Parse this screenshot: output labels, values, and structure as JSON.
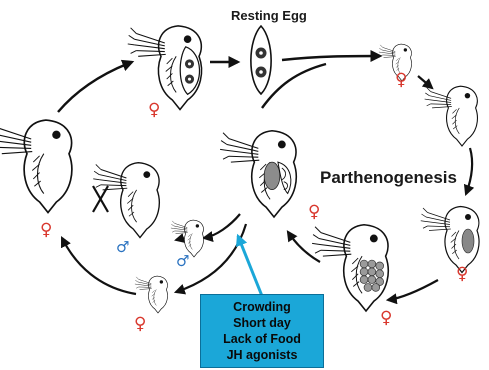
{
  "labels": {
    "resting_egg": "Resting Egg",
    "parthenogenesis": "Parthenogenesis"
  },
  "symbols": {
    "female": "♀",
    "male": "♂"
  },
  "conditions": [
    "Crowding",
    "Short day",
    "Lack of Food",
    "JH agonists"
  ],
  "colors": {
    "female_symbol": "#d9382e",
    "male_symbol": "#2a72c0",
    "condition_box": "#1ba7d8",
    "condition_arrow": "#1ba7d8",
    "cycle_arrows": "#111111"
  }
}
